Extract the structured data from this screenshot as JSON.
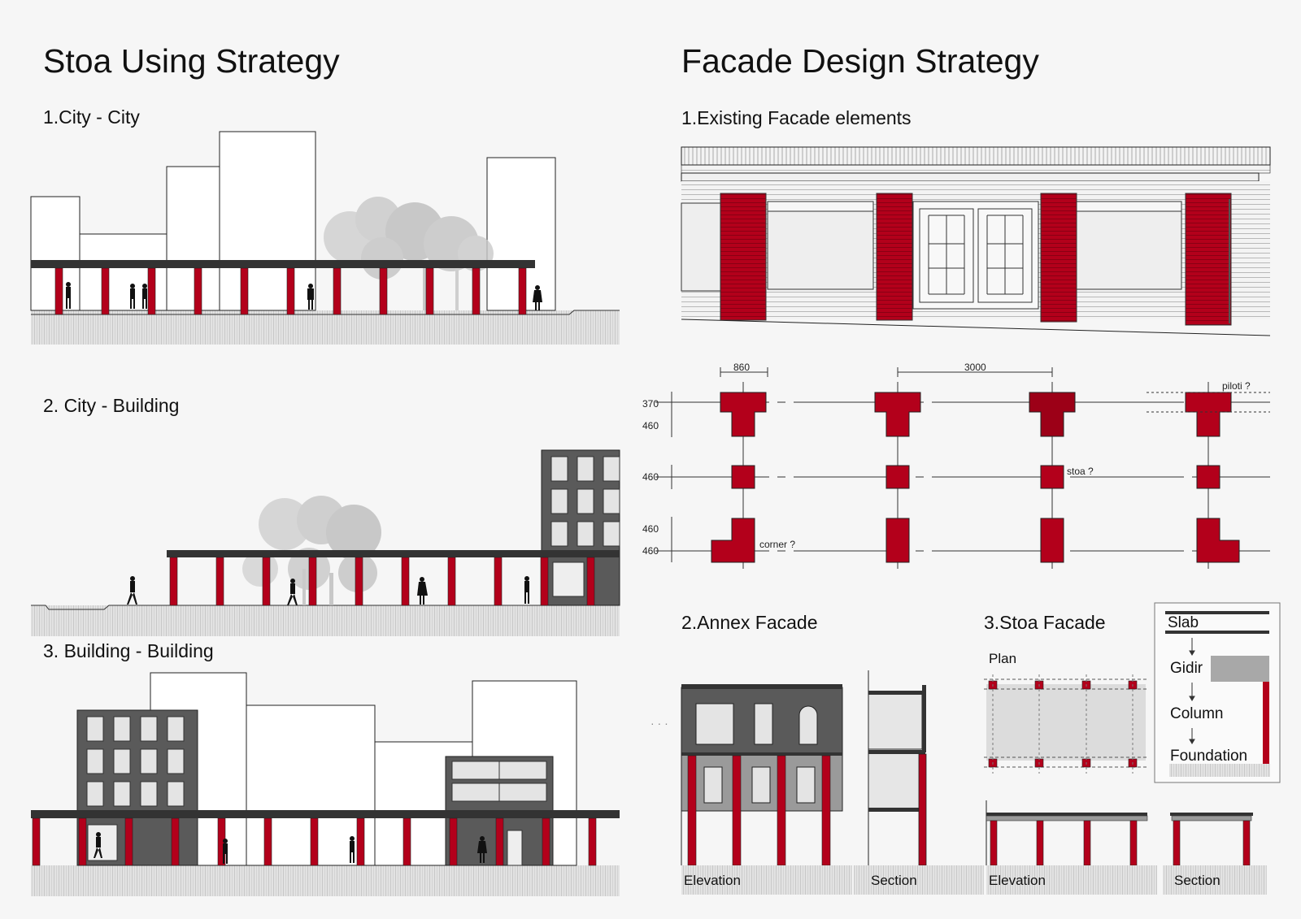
{
  "titles": {
    "stoa_strategy": "Stoa Using Strategy",
    "facade_strategy": "Facade Design Strategy"
  },
  "sections": {
    "city_city": "1.City - City",
    "city_building": "2. City - Building",
    "building_building": "3. Building - Building",
    "existing_facade": "1.Existing Facade elements",
    "annex_facade": "2.Annex Facade",
    "stoa_facade": "3.Stoa Facade"
  },
  "dimensions": {
    "d860": "860",
    "d3000": "3000",
    "d370": "370",
    "d460_a": "460",
    "d460_b": "460",
    "d460_c": "460",
    "d460_d": "460"
  },
  "notes": {
    "piloti": "piloti ?",
    "stoa": "stoa ?",
    "corner": "corner ?"
  },
  "sublabels": {
    "plan": "Plan",
    "annex_elevation": "Elevation",
    "annex_section": "Section",
    "stoa_elevation": "Elevation",
    "stoa_section": "Section"
  },
  "legend": {
    "slab": "Slab",
    "gidir": "Gidir",
    "column": "Column",
    "foundation": "Foundation"
  },
  "colors": {
    "column_red": "#b3001b",
    "slab_dark": "#333333",
    "building_dark": "#5a5a5a",
    "tree_grey": "#c9c9c9"
  }
}
